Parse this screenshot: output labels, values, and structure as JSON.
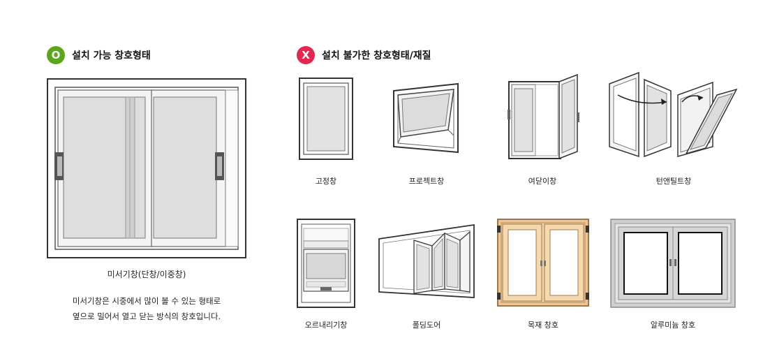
{
  "possible": {
    "badge_letter": "O",
    "badge_color": "#5aa61c",
    "title": "설치 가능 창호형태",
    "main_caption": "미서기창(단창/이중창)",
    "description_lines": [
      "미서기창은 시중에서 많이 볼 수 있는 형태로",
      "옆으로 밀어서 열고 닫는 방식의 창호입니다."
    ]
  },
  "impossible": {
    "badge_letter": "X",
    "badge_color": "#e2284f",
    "title": "설치 불가한 창호형태/재질",
    "items": [
      {
        "label": "고정창",
        "icon": "fixed-window"
      },
      {
        "label": "프로젝트창",
        "icon": "projected-window"
      },
      {
        "label": "여닫이창",
        "icon": "casement-window"
      },
      {
        "label": "턴앤틸트창",
        "icon": "turn-and-tilt-window"
      },
      {
        "label": "오르내리기창",
        "icon": "sash-window"
      },
      {
        "label": "폴딩도어",
        "icon": "folding-door"
      },
      {
        "label": "목재 창호",
        "icon": "wood-window"
      },
      {
        "label": "알루미늄 창호",
        "icon": "aluminum-window"
      }
    ]
  }
}
